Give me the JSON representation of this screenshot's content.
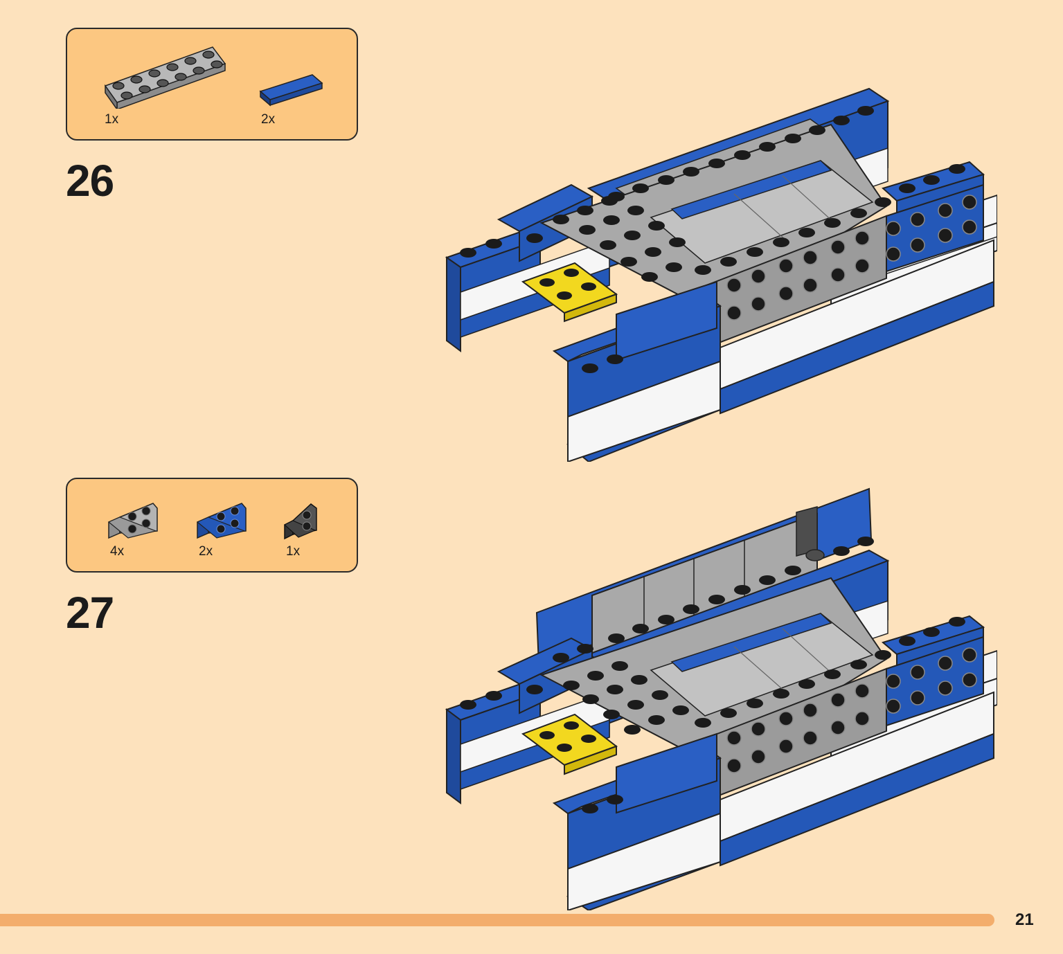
{
  "steps": [
    {
      "number": "26",
      "parts": [
        {
          "icon": "gray-2x6-plate-icon",
          "qty": "1x"
        },
        {
          "icon": "blue-1x4-tile-icon",
          "qty": "2x"
        }
      ]
    },
    {
      "number": "27",
      "parts": [
        {
          "icon": "gray-bracket-2x2-icon",
          "qty": "4x"
        },
        {
          "icon": "blue-bracket-2x2-icon",
          "qty": "2x"
        },
        {
          "icon": "dark-gray-bracket-1x2-icon",
          "qty": "1x"
        }
      ]
    }
  ],
  "page_number": "21",
  "colors": {
    "background": "#fde2bd",
    "parts_box": "#fcc781",
    "footer_bar": "#f3ad6c",
    "blue": "#2a5fc4",
    "gray": "#a9a9a9",
    "dark_gray": "#4d4d4d",
    "yellow": "#f2d81f",
    "white": "#f6f6f6"
  }
}
